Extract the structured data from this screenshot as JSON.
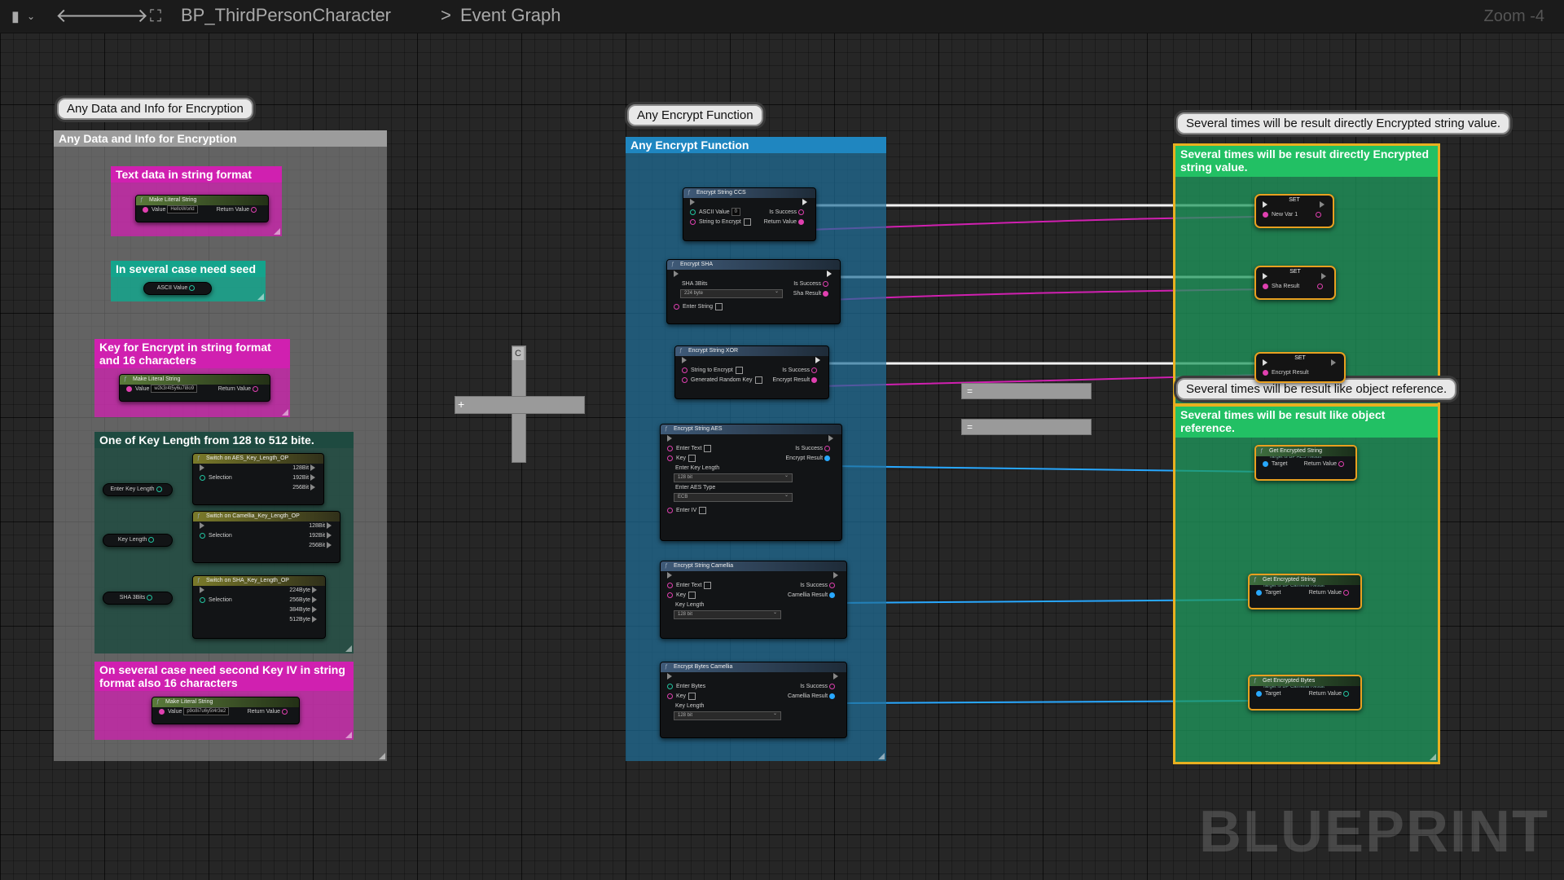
{
  "topbar": {
    "crumb_root": "BP_ThirdPersonCharacter",
    "crumb_sep": ">",
    "crumb_leaf": "Event Graph",
    "zoom": "Zoom -4",
    "back_icon": "arrow-left-icon",
    "forward_icon": "arrow-right-icon"
  },
  "watermark": "BLUEPRINT",
  "colors": {
    "grey_comment": "#8e8e8e",
    "blue_comment": "#1f6f9a",
    "green_comment": "#1f9a5e",
    "magenta": "#d020b0",
    "teal": "#14a48c",
    "dark_teal": "#1e4a40",
    "orange_border": "#e8a020"
  },
  "groups": {
    "data": {
      "bubble": "Any Data and Info for Encryption",
      "title": "Any Data and Info for Encryption",
      "sections": {
        "text": "Text data in string format",
        "seed": "In several case need seed",
        "key": "Key for Encrypt in string format and 16 characters",
        "keylen": "One of Key Length from 128 to 512 bite.",
        "iv": "On several case need second Key IV in string format also 16 characters"
      }
    },
    "encrypt": {
      "bubble": "Any Encrypt Function",
      "title": "Any Encrypt Function"
    },
    "result_direct": {
      "bubble": "Several times will be result directly Encrypted string value.",
      "title": "Several times will be result directly Encrypted string value."
    },
    "result_object": {
      "bubble": "Several times will be result like object reference.",
      "title": "Several times will be result like object reference."
    }
  },
  "nodes": {
    "lit1": {
      "title": "Make Literal String",
      "value_label": "Value",
      "value": "HelloWorld",
      "ret": "Return Value"
    },
    "ascii": {
      "label": "ASCII Value"
    },
    "lit2": {
      "title": "Make Literal String",
      "value_label": "Value",
      "value": "w2k3r4t5y6u7i8o9",
      "ret": "Return Value"
    },
    "sw_aes": {
      "title": "Switch on AES_Key_Length_OP",
      "sel": "Selection",
      "o1": "128Bit",
      "o2": "192Bit",
      "o3": "256Bit",
      "in": "Enter Key Length"
    },
    "sw_cam": {
      "title": "Switch on Camellia_Key_Length_OP",
      "sel": "Selection",
      "o1": "128Bit",
      "o2": "192Bit",
      "o3": "256Bit",
      "in": "Key Length"
    },
    "sw_sha": {
      "title": "Switch on SHA_Key_Length_OP",
      "sel": "Selection",
      "o1": "224Byte",
      "o2": "256Byte",
      "o3": "384Byte",
      "o4": "512Byte",
      "in": "SHA 3Bits"
    },
    "lit3": {
      "title": "Make Literal String",
      "value_label": "Value",
      "value": "p9o8i7u6y5t4r3e2",
      "ret": "Return Value"
    },
    "e_ccs": {
      "title": "Encrypt String CCS",
      "ascii": "ASCII Value",
      "ascii_val": "0",
      "str": "String to Encrypt",
      "ok": "Is Success",
      "ret": "Return Value"
    },
    "e_sha": {
      "title": "Encrypt SHA",
      "bits": "SHA 3Bits",
      "bits_val": "224 byte",
      "str": "Enter String",
      "ok": "Is Success",
      "ret": "Sha Result"
    },
    "e_xor": {
      "title": "Encrypt String XOR",
      "str": "String to Encrypt",
      "key": "Generated Random Key",
      "ok": "Is Success",
      "ret": "Encrypt Result"
    },
    "e_aes": {
      "title": "Encrypt String AES",
      "text": "Enter Text",
      "key": "Key",
      "klen": "Enter Key Length",
      "klen_val": "128 bit",
      "type": "Enter AES Type",
      "type_val": "ECB",
      "iv": "Enter IV",
      "ok": "Is Success",
      "ret": "Encrypt Result"
    },
    "e_cam": {
      "title": "Encrypt String Camellia",
      "text": "Enter Text",
      "key": "Key",
      "klen": "Key Length",
      "klen_val": "128 bit",
      "ok": "Is Success",
      "ret": "Camellia Result"
    },
    "e_camb": {
      "title": "Encrypt Bytes Camellia",
      "bytes": "Enter Bytes",
      "key": "Key",
      "klen": "Key Length",
      "klen_val": "128 bit",
      "ok": "Is Success",
      "ret": "Camellia Result"
    },
    "set1": {
      "title": "SET",
      "pin": "New Var 1"
    },
    "set2": {
      "title": "SET",
      "pin": "Sha Result"
    },
    "set3": {
      "title": "SET",
      "pin": "Encrypt Result"
    },
    "get1": {
      "title": "Get Encrypted String",
      "sub": "Target is BP AES Result",
      "target": "Target",
      "ret": "Return Value"
    },
    "get2": {
      "title": "Get Encrypted String",
      "sub": "Target is BP Camellia Result",
      "target": "Target",
      "ret": "Return Value"
    },
    "get3": {
      "title": "Get Encrypted Bytes",
      "sub": "Target is BP Camellia Result",
      "target": "Target",
      "ret": "Return Value"
    }
  },
  "misc": {
    "reroute_top": "C",
    "plus": "+",
    "eq1": "=",
    "eq2": "="
  }
}
